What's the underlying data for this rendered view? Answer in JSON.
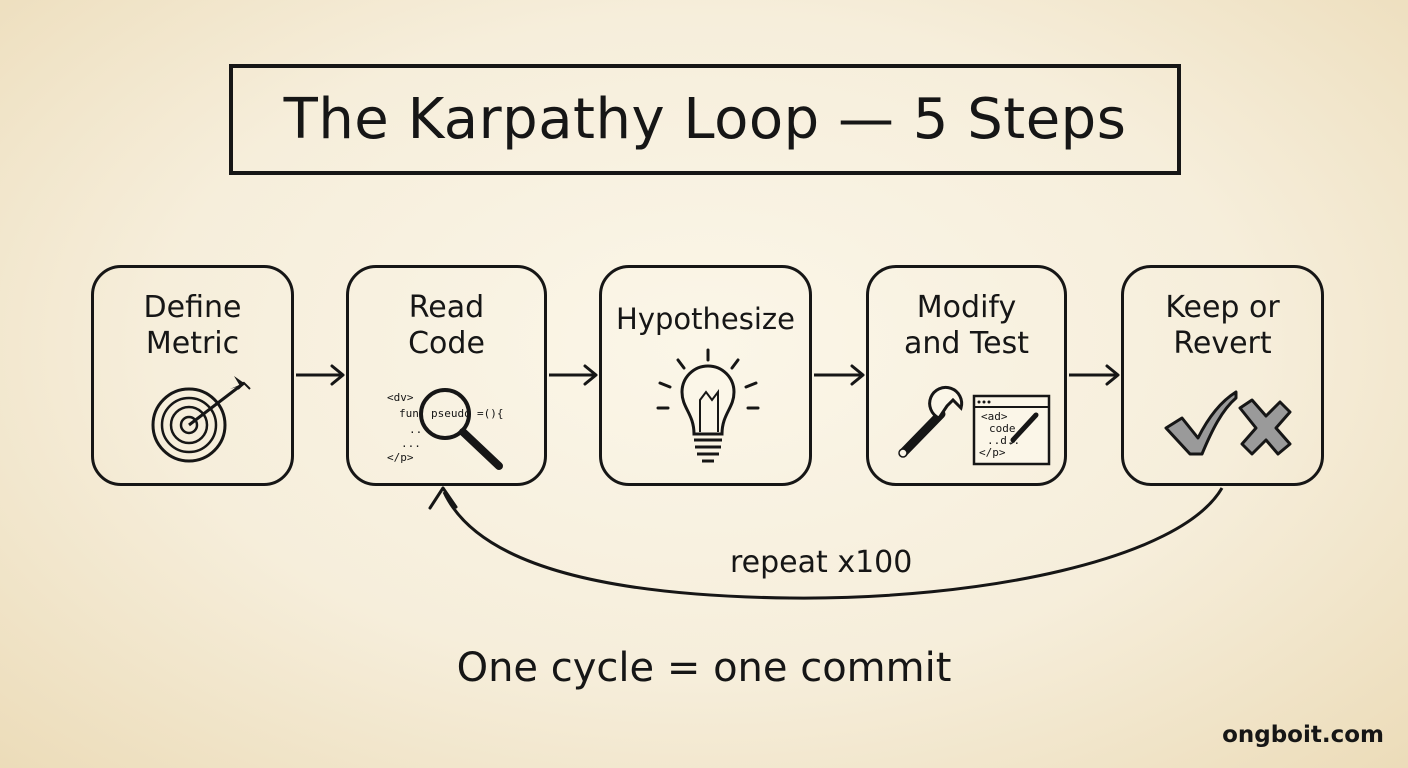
{
  "title": "The Karpathy Loop — 5 Steps",
  "steps": [
    {
      "label": "Define\nMetric",
      "icon": "target-icon"
    },
    {
      "label": "Read\nCode",
      "icon": "magnifier-code-icon",
      "code_lines": [
        "<dv>",
        "fun",
        "pseudo",
        "=(){",
        "..",
        "...",
        "</p>"
      ]
    },
    {
      "label": "Hypothesize",
      "icon": "lightbulb-icon"
    },
    {
      "label": "Modify\nand Test",
      "icon": "wrench-editor-icon",
      "code_lines": [
        "<ad>",
        "code",
        "..d..",
        "</p>"
      ]
    },
    {
      "label": "Keep or\nRevert",
      "icon": "check-cross-icon"
    }
  ],
  "loop_label": "repeat x100",
  "footer": "One cycle = one commit",
  "credit": "ongboit.com"
}
